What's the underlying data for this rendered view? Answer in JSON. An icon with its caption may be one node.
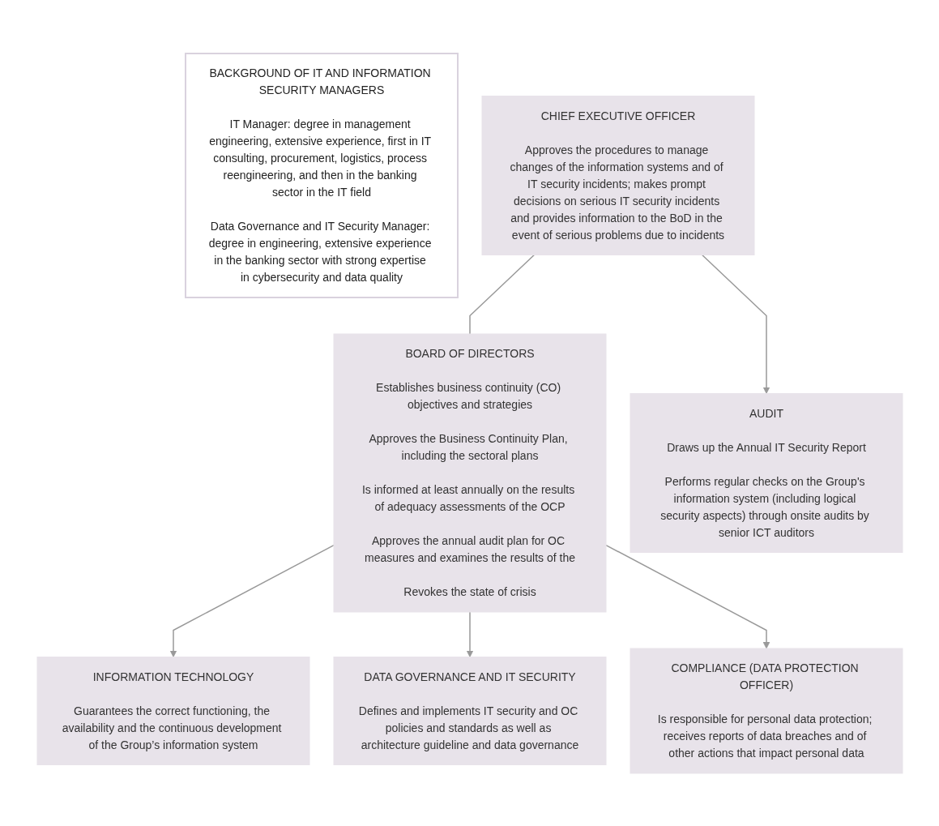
{
  "diagram": {
    "nodes": [
      {
        "text": [
          "BACKGROUND OF IT AND INFORMATION SECURITY MANAGERS",
          "IT Manager: degree in management engineering, extensive experience, first in IT consulting, procurement, logistics, process reengineering, and then in the banking sector in the IT field",
          "Data Governance and IT Security Manager: degree in engineering, extensive experience in the banking sector with strong expertise in cybersecurity and data quality"
        ]
      },
      {
        "text": [
          "CHIEF EXECUTIVE OFFICER",
          "Approves the procedures to manage changes of the information systems and of IT security incidents; makes prompt decisions on serious IT security incidents and provides information to the BoD in the event of serious problems due to incidents"
        ]
      },
      {
        "text": [
          "AUDIT",
          "Draws up the Annual IT Security Report",
          "Performs regular checks on the Group's information system (including logical security aspects) through onsite audits by senior ICT auditors"
        ]
      },
      {
        "text": [
          "BOARD OF DIRECTORS",
          "Establishes business continuity (CO) objectives and strategies",
          "Approves the Business Continuity Plan, including the sectoral plans",
          "Is informed at least annually on the results of adequacy assessments of the OCP",
          "Approves the annual audit plan for OC measures and examines the results of the",
          "Revokes the state of crisis"
        ]
      },
      {
        "text": [
          "INFORMATION TECHNOLOGY",
          "Guarantees the correct functioning, the availability and the continuous development of the Group’s information system"
        ]
      },
      {
        "text": [
          "DATA GOVERNANCE AND IT SECURITY",
          "Defines and implements IT security and OC policies and standards as well as architecture guideline and data governance"
        ]
      },
      {
        "text": [
          "COMPLIANCE (DATA PROTECTION OFFICER)",
          "Is responsible for personal data protection; receives reports of data breaches and of other actions that impact personal data"
        ]
      }
    ],
    "edges": [
      {
        "from": 1,
        "to": 2,
        "arrow": "to"
      },
      {
        "from": 1,
        "to": 3,
        "arrow": "none"
      },
      {
        "from": 3,
        "to": 4,
        "arrow": "to"
      },
      {
        "from": 3,
        "to": 5,
        "arrow": "to"
      },
      {
        "from": 3,
        "to": 6,
        "arrow": "to"
      }
    ]
  }
}
